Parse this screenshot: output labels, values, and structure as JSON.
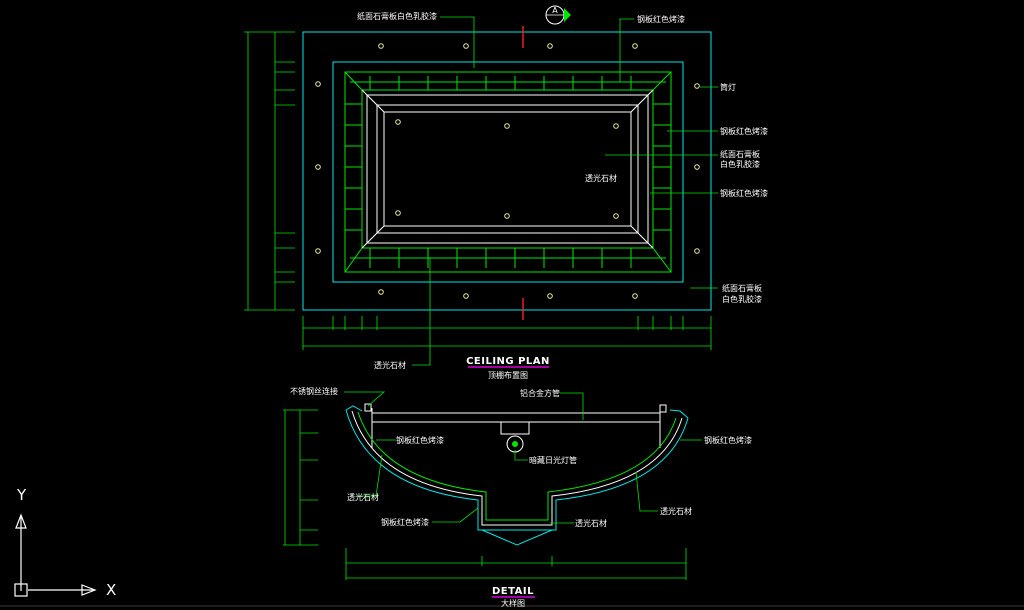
{
  "plan": {
    "title": "CEILING PLAN",
    "subtitle": "顶棚布置图",
    "section_marker": "A",
    "labels": {
      "top_left": "纸面石膏板白色乳胶漆",
      "top_right": "钢板红色烤漆",
      "downlight": "筒灯",
      "right_1": "钢板红色烤漆",
      "right_2a": "纸面石膏板",
      "right_2b": "白色乳胶漆",
      "center": "透光石材",
      "right_3": "钢板红色烤漆",
      "right_4a": "纸面石膏板",
      "right_4b": "白色乳胶漆",
      "bottom": "透光石材"
    }
  },
  "detail": {
    "title": "DETAIL",
    "subtitle": "大样图",
    "labels": {
      "stainless": "不锈钢丝连接",
      "alu_tube": "铝合金方管",
      "steel_left": "钢板红色烤漆",
      "steel_right": "钢板红色烤漆",
      "hidden_tube": "暗藏日光灯管",
      "stone_left": "透光石材",
      "stone_right": "透光石材",
      "steel_bottom": "钢板红色烤漆",
      "stone_bottom": "透光石材"
    }
  },
  "ucs": {
    "x_label": "X",
    "y_label": "Y"
  },
  "colors": {
    "background": "#000000",
    "cyan": "#00e6e6",
    "green": "#00e600",
    "white": "#ffffff",
    "magenta": "#ff00ff",
    "red": "#ff2020"
  }
}
